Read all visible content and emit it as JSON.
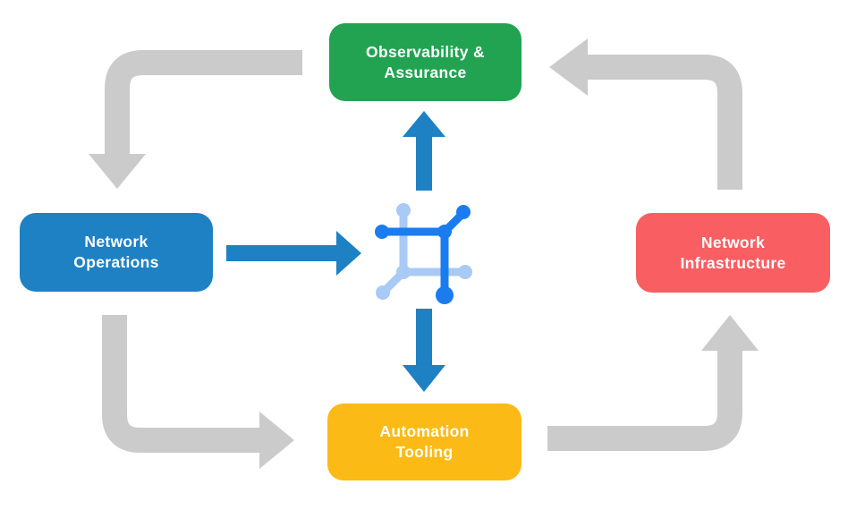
{
  "diagram": {
    "nodes": {
      "observability": {
        "label": "Observability &\nAssurance",
        "color": "#21A351"
      },
      "operations": {
        "label": "Network\nOperations",
        "color": "#1E81C4"
      },
      "infrastructure": {
        "label": "Network\nInfrastructure",
        "color": "#F95E62"
      },
      "automation": {
        "label": "Automation\nTooling",
        "color": "#FCBA16"
      }
    },
    "hub_icon": {
      "name": "network-automation-hub",
      "dark_color": "#1B7CF0",
      "light_color": "#A8CAF4"
    },
    "arrows": {
      "gray_color": "#CBCBCB",
      "blue_color": "#1E81C4",
      "flows": [
        "observability-to-operations",
        "operations-to-automation",
        "automation-to-infrastructure",
        "infrastructure-to-observability",
        "operations-to-hub",
        "hub-to-observability",
        "hub-to-automation"
      ]
    }
  }
}
